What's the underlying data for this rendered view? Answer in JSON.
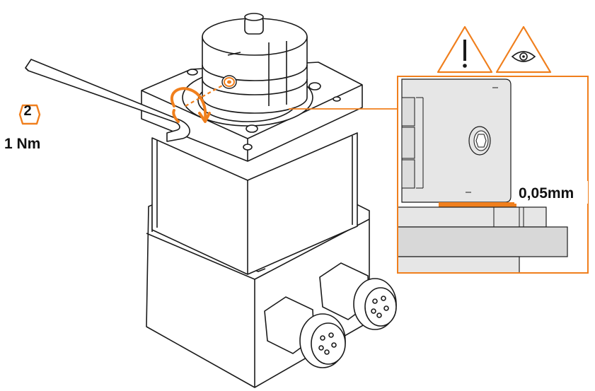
{
  "step": {
    "number": "2",
    "torque": "1 Nm"
  },
  "detail": {
    "gap_label": "0,05mm"
  },
  "icons": {
    "warning": "warning-triangle-icon",
    "inspect": "eye-triangle-icon",
    "rotation": "clockwise-rotation-arrow-icon",
    "tool": "hex-key-icon"
  },
  "colors": {
    "accent": "#F07F1D",
    "line": "#1a1a1a",
    "body_fill": "#ffffff",
    "detail_fill": "#e6e6e6",
    "detail_dark": "#cfcfcf"
  }
}
